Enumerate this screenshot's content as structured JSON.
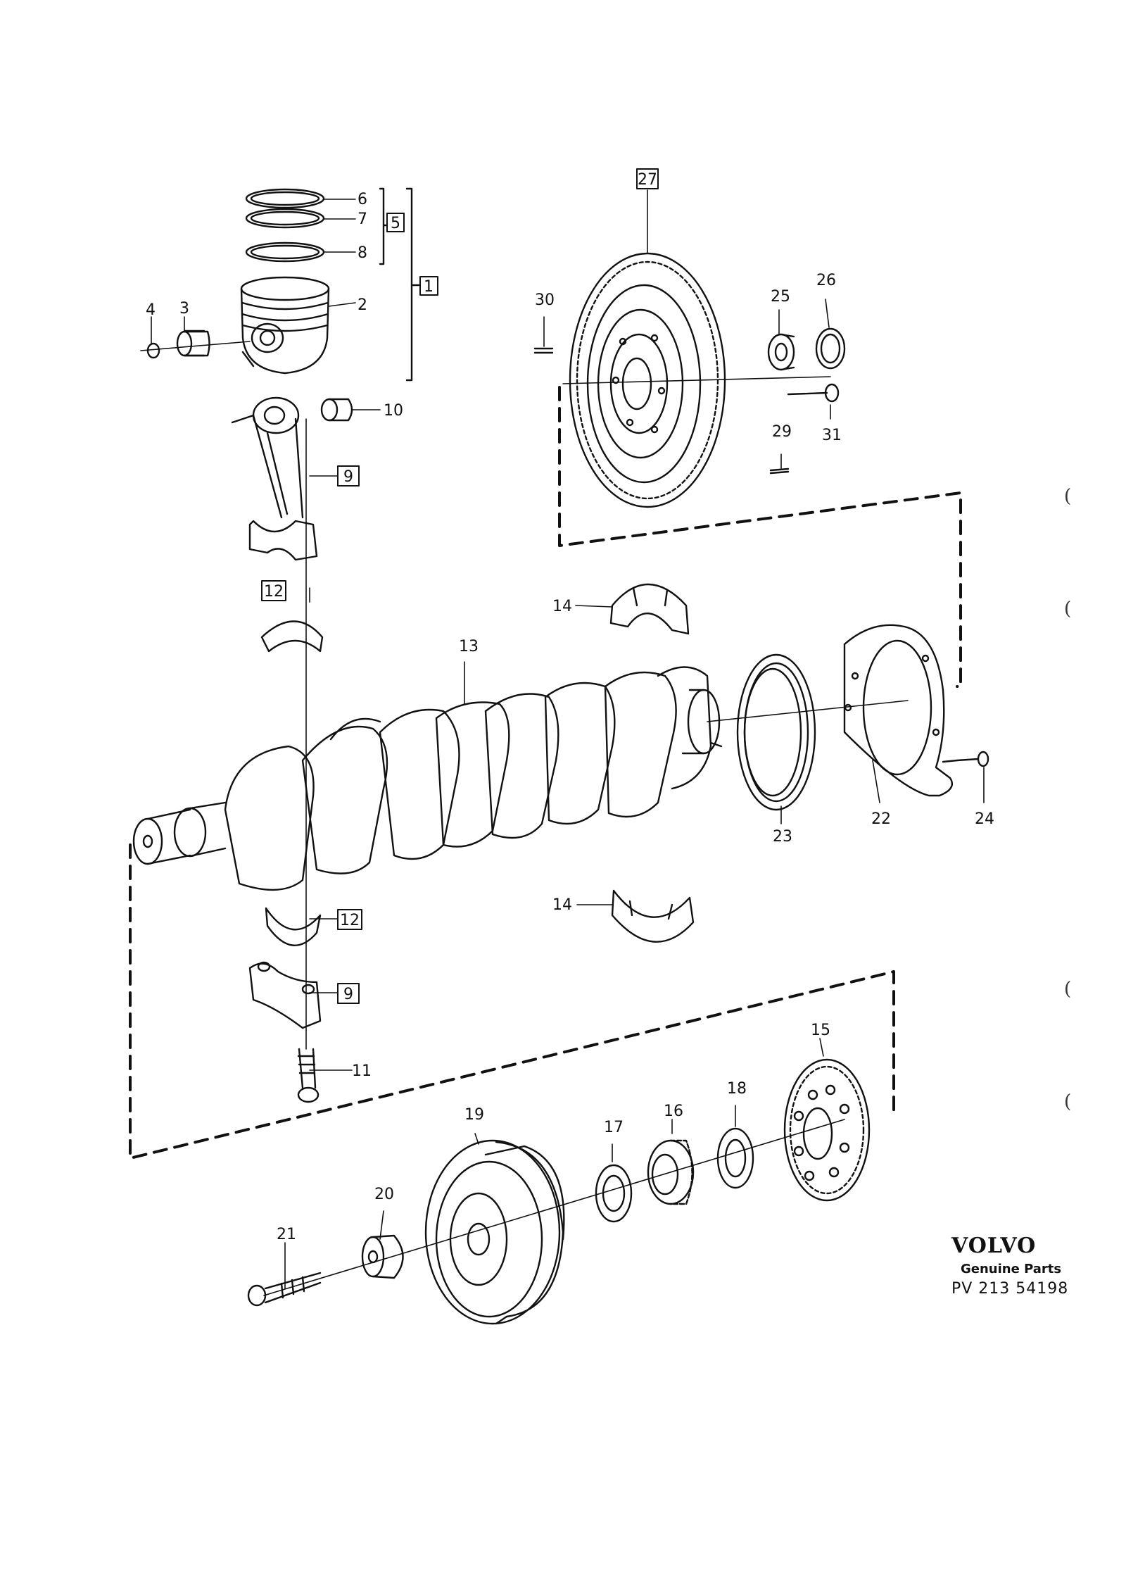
{
  "callouts": {
    "c1": "1",
    "c2": "2",
    "c3": "3",
    "c4": "4",
    "c5": "5",
    "c6": "6",
    "c7": "7",
    "c8": "8",
    "c9a": "9",
    "c9b": "9",
    "c10": "10",
    "c11": "11",
    "c12a": "12",
    "c12b": "12",
    "c13": "13",
    "c14a": "14",
    "c14b": "14",
    "c15": "15",
    "c16": "16",
    "c17": "17",
    "c18": "18",
    "c19": "19",
    "c20": "20",
    "c21": "21",
    "c22": "22",
    "c23": "23",
    "c24": "24",
    "c25": "25",
    "c26": "26",
    "c27": "27",
    "c29": "29",
    "c30": "30",
    "c31": "31"
  },
  "brand": {
    "logo": "VOLVO",
    "subtitle": "Genuine Parts",
    "code": "PV  213 54198"
  },
  "margin_marks": [
    "(",
    "(",
    "(",
    "("
  ]
}
